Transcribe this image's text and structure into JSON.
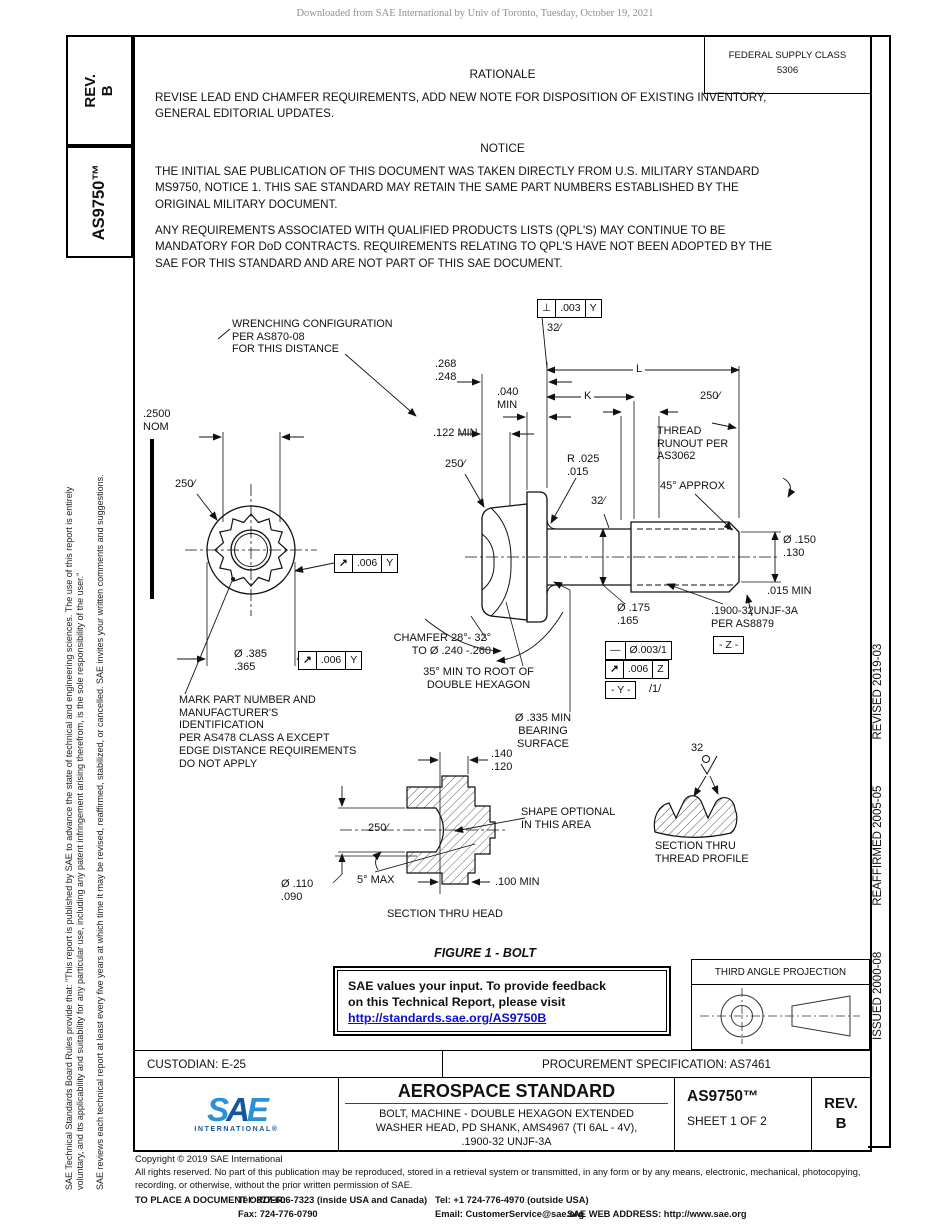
{
  "page": {
    "watermark": "Downloaded from SAE International by Univ of Toronto, Tuesday, October 19, 2021"
  },
  "left_bar": {
    "rev": "REV.\nB",
    "doc": "AS9750™",
    "disclaimer1": "SAE Technical Standards Board Rules provide that: \"This report is published by SAE to advance the state of technical and engineering sciences. The use of this report is entirely\nvoluntary, and its applicability and suitability for any particular use, including any patent infringement arising therefrom, is the sole responsibility of the user.\"",
    "disclaimer2": "SAE reviews each technical report at least every five years at which time it may be revised, reaffirmed, stabilized, or cancelled. SAE invites your written comments and suggestions."
  },
  "right_bar": {
    "issued": "ISSUED 2000-08",
    "reaffirmed": "REAFFIRMED 2005-05",
    "revised": "REVISED 2019-03"
  },
  "head": {
    "fsc": "FEDERAL SUPPLY CLASS\n5306",
    "rationale_title": "RATIONALE",
    "rationale_body": "REVISE LEAD END CHAMFER REQUIREMENTS, ADD NEW NOTE FOR DISPOSITION OF EXISTING INVENTORY,\nGENERAL EDITORIAL UPDATES.",
    "notice_title": "NOTICE",
    "notice_p1": "THE INITIAL SAE PUBLICATION OF THIS DOCUMENT WAS TAKEN DIRECTLY FROM U.S. MILITARY STANDARD\nMS9750, NOTICE 1. THIS SAE STANDARD MAY RETAIN THE SAME PART NUMBERS ESTABLISHED BY THE\nORIGINAL MILITARY DOCUMENT.",
    "notice_p2": "ANY REQUIREMENTS ASSOCIATED WITH QUALIFIED PRODUCTS LISTS (QPL'S) MAY CONTINUE TO BE\nMANDATORY FOR DoD CONTRACTS. REQUIREMENTS RELATING TO QPL'S HAVE NOT BEEN ADOPTED BY THE\nSAE FOR THIS STANDARD AND ARE NOT PART OF THIS SAE DOCUMENT."
  },
  "figure": {
    "caption": "FIGURE 1 - BOLT",
    "labels": {
      "wrenching": "WRENCHING CONFIGURATION\nPER AS870-08\nFOR THIS DISTANCE",
      "dim2500": ".2500\nNOM",
      "fin250": "250∕",
      "fin32": "32∕",
      "fin32c": "32",
      "dia385": "Ø .385\n.365",
      "mark_note": "MARK PART NUMBER AND\nMANUFACTURER'S IDENTIFICATION\nPER AS478 CLASS A EXCEPT\nEDGE DISTANCE REQUIREMENTS\nDO NOT APPLY",
      "dim268": ".268\n.248",
      "dim040": ".040\nMIN",
      "dim122": ".122 MIN",
      "dimL": "L",
      "dimK": "K",
      "thread_runout": "THREAD\nRUNOUT PER\nAS3062",
      "r_fillet": "R .025\n.015",
      "deg45": "45° APPROX",
      "dim150": "Ø .150\n.130",
      "dim015": ".015 MIN",
      "dim175": "Ø .175\n.165",
      "thread_spec": ".1900-32UNJF-3A\nPER AS8879",
      "note1": "/1/",
      "chamfer_note": "CHAMFER 28°- 32°\nTO Ø .240 -.260",
      "hex_note": "35° MIN TO ROOT OF\nDOUBLE HEXAGON",
      "bearing_note": "Ø .335 MIN\nBEARING\nSURFACE",
      "dim140": ".140\n.120",
      "shape_note": "SHAPE OPTIONAL\nIN THIS AREA",
      "deg5": "5° MAX",
      "dim100": ".100 MIN",
      "dim110": "Ø .110\n.090",
      "section_head": "SECTION THRU HEAD",
      "section_thread": "SECTION THRU\nTHREAD PROFILE"
    },
    "fcf": {
      "perp_sym": "⊥",
      "perp_val": ".003",
      "perp_datum": "Y",
      "runout_sym": "↗",
      "runout_val": ".006",
      "runout_datum_y": "Y",
      "runout_datum_z": "Z",
      "straight_sym": "—",
      "straight_val": "Ø.003/1",
      "datum_y": "- Y -",
      "datum_z": "- Z -"
    }
  },
  "feedback": {
    "line1": "SAE values your input. To provide feedback",
    "line2": "on this Technical Report, please visit",
    "link": "http://standards.sae.org/AS9750B"
  },
  "projection": {
    "title": "THIRD ANGLE PROJECTION"
  },
  "info_row": {
    "custodian": "CUSTODIAN: E-25",
    "procurement": "PROCUREMENT SPECIFICATION: AS7461"
  },
  "title_block": {
    "logo_s": "S",
    "logo_a": "A",
    "logo_e": "E",
    "logo_sub": "INTERNATIONAL®",
    "doc_type": "AEROSPACE STANDARD",
    "title": "BOLT, MACHINE - DOUBLE HEXAGON EXTENDED\nWASHER HEAD, PD SHANK, AMS4967 (TI 6AL - 4V),\n.1900-32 UNJF-3A",
    "number": "AS9750™",
    "sheet": "SHEET 1 OF 2",
    "rev": "REV.\nB"
  },
  "footer": {
    "copyright1": "Copyright © 2019 SAE International",
    "copyright2": "All rights reserved. No part of this publication may be reproduced, stored in a retrieval system or transmitted, in any form or by any means, electronic, mechanical, photocopying,\nrecording, or otherwise, without the prior written permission of SAE.",
    "order_label": "TO PLACE A DOCUMENT ORDER:",
    "tel1": "Tel: 877-606-7323 (inside USA and Canada)",
    "tel2": "Tel: +1 724-776-4970 (outside USA)",
    "fax": "Fax: 724-776-0790",
    "email": "Email: CustomerService@sae.org",
    "web": "SAE WEB ADDRESS: http://www.sae.org"
  },
  "colors": {
    "accent_blue": "#14559c",
    "link_blue": "#0b0bd6"
  }
}
